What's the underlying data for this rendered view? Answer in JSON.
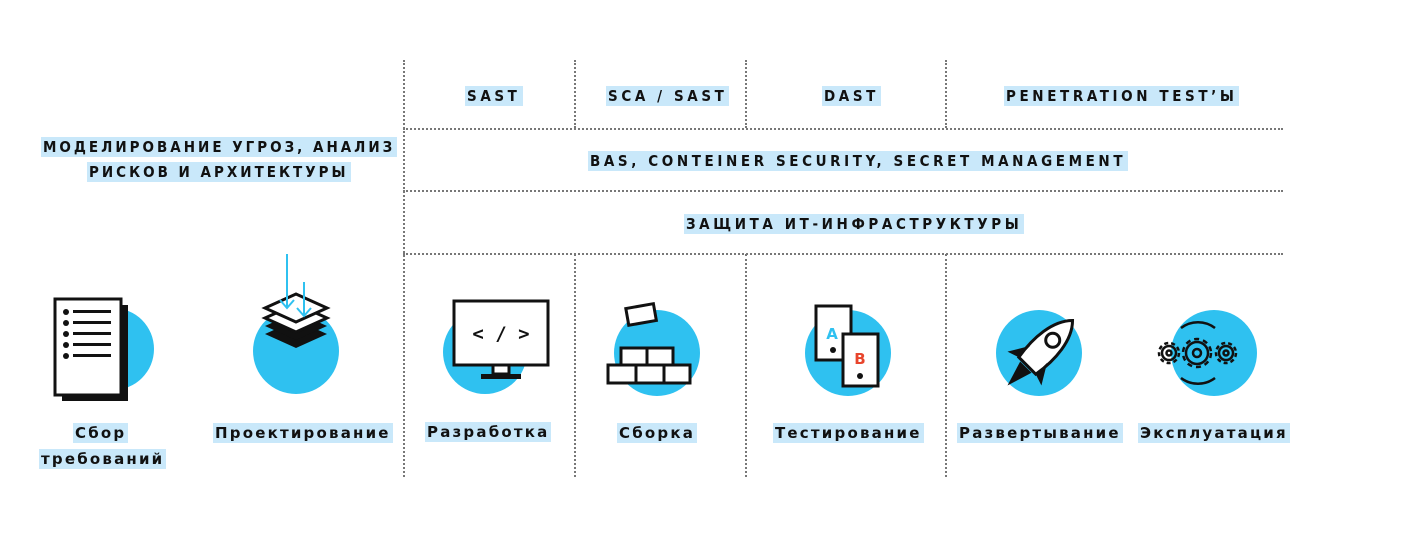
{
  "left_header": [
    "МОДЕЛИРОВАНИЕ УГРОЗ, АНАЛИЗ",
    "РИСКОВ И АРХИТЕКТУРЫ"
  ],
  "tools_row": [
    "SAST",
    "SCA / SAST",
    "DAST",
    "PENETRATION TEST’Ы"
  ],
  "row2": "BAS, CONTEINER SECURITY, SECRET MANAGEMENT",
  "row3": "ЗАЩИТА ИТ-ИНФРАСТРУКТУРЫ",
  "stages": {
    "requirements": [
      "Сбор",
      "требований"
    ],
    "design": "Проектирование",
    "development": "Разработка",
    "build": "Сборка",
    "testing": "Тестирование",
    "deployment": "Развертывание",
    "operation": "Эксплуатация"
  },
  "icon_text": {
    "code": "< / >",
    "a": "A",
    "b": "B"
  },
  "colors": {
    "accent": "#2fc1f0",
    "highlight": "#c9e8fa",
    "ab_a": "#2fc1f0",
    "ab_b": "#e8452c"
  },
  "icons": [
    "document-icon",
    "layers-icon",
    "monitor-icon",
    "bricks-icon",
    "ab-test-icon",
    "rocket-icon",
    "gears-icon"
  ]
}
